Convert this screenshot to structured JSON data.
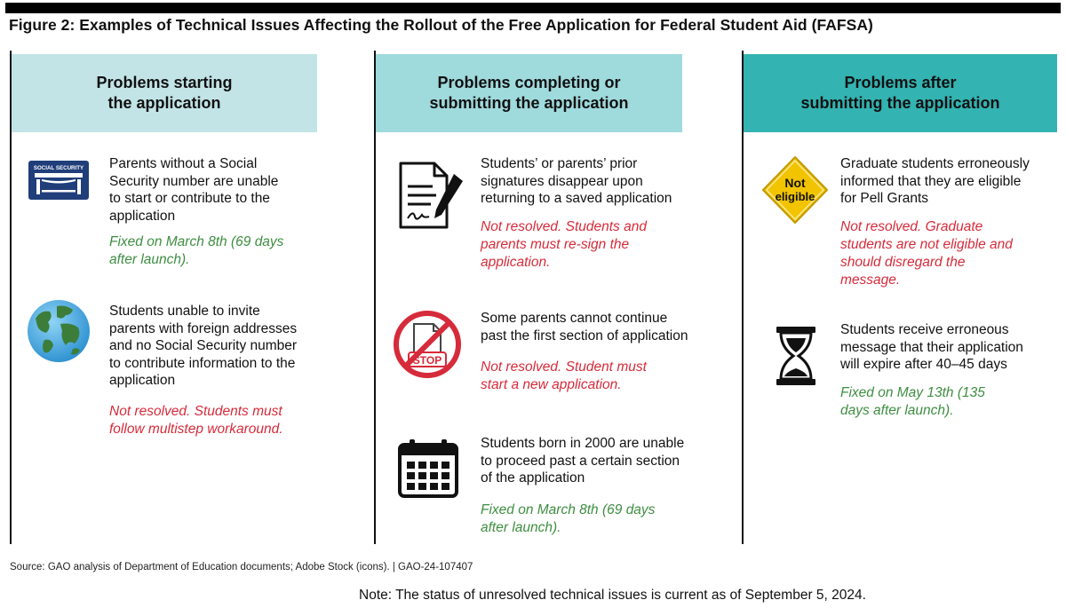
{
  "title": "Figure 2: Examples of Technical Issues Affecting the Rollout of the Free Application for Federal Student Aid (FAFSA)",
  "colors": {
    "header1": "#c2e4e7",
    "header2": "#9fdadd",
    "header3": "#33b3b1",
    "fixed": "#3e8e41",
    "not_resolved": "#d62b3a"
  },
  "columns": [
    {
      "header": [
        "Problems starting",
        "the application"
      ],
      "items": [
        {
          "icon": "social-security-card-icon",
          "icon_text": "SOCIAL SECURITY",
          "description": [
            "Parents without a Social",
            "Security number are unable",
            "to start or contribute to the",
            "application"
          ],
          "status": [
            "Fixed on March 8th (69 days",
            "after launch)."
          ],
          "status_type": "fixed"
        },
        {
          "icon": "globe-icon",
          "description": [
            "Students unable to invite",
            "parents with foreign addresses",
            "and no Social Security number",
            "to contribute information to the",
            "application"
          ],
          "status": [
            "Not resolved. Students must",
            "follow multistep workaround."
          ],
          "status_type": "not_resolved"
        }
      ]
    },
    {
      "header": [
        "Problems completing or",
        "submitting the application"
      ],
      "items": [
        {
          "icon": "signed-document-icon",
          "description": [
            "Students’ or parents’ prior",
            "signatures disappear upon",
            "returning to a saved application"
          ],
          "status": [
            "Not resolved. Students and",
            "parents must re-sign the",
            "application."
          ],
          "status_type": "not_resolved"
        },
        {
          "icon": "stop-document-icon",
          "icon_text": "STOP",
          "description": [
            "Some parents cannot continue",
            "past the first section of application"
          ],
          "status": [
            "Not resolved. Student must",
            "start a new application."
          ],
          "status_type": "not_resolved"
        },
        {
          "icon": "calendar-icon",
          "description": [
            "Students born in 2000 are unable",
            "to proceed past a certain section",
            "of the application"
          ],
          "status": [
            "Fixed on March 8th (69 days",
            "after launch)."
          ],
          "status_type": "fixed"
        }
      ]
    },
    {
      "header": [
        "Problems after",
        "submitting the application"
      ],
      "items": [
        {
          "icon": "not-eligible-sign-icon",
          "icon_text": [
            "Not",
            "eligible"
          ],
          "description": [
            "Graduate students erroneously",
            "informed that they are eligible",
            "for Pell Grants"
          ],
          "status": [
            "Not resolved. Graduate",
            "students are not eligible and",
            "should disregard the",
            "message."
          ],
          "status_type": "not_resolved"
        },
        {
          "icon": "hourglass-icon",
          "description": [
            "Students receive erroneous",
            "message that their application",
            "will expire after 40–45 days"
          ],
          "status": [
            "Fixed on May 13th (135",
            "days after launch)."
          ],
          "status_type": "fixed"
        }
      ]
    }
  ],
  "source": "Source: GAO analysis of Department of Education documents; Adobe Stock (icons).  |  GAO-24-107407",
  "note": "Note: The status of unresolved technical issues is current as of September 5, 2024."
}
